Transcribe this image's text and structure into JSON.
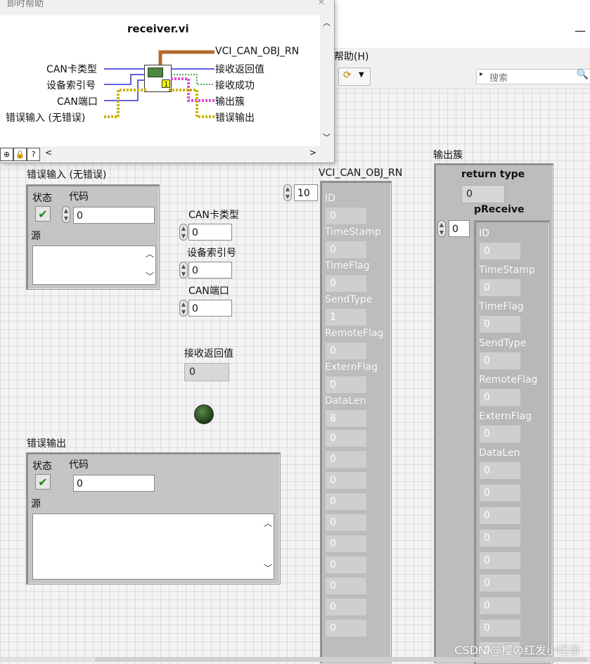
{
  "help": {
    "title": "即时帮助",
    "vi_name": "receiver.vi",
    "inputs": [
      "CAN卡类型",
      "设备索引号",
      "CAN端口",
      "错误输入 (无错误)"
    ],
    "outputs": [
      "VCI_CAN_OBJ_RN",
      "接收返回值",
      "接收成功",
      "输出簇",
      "错误输出"
    ],
    "bottom_buttons": [
      "⊕",
      "🔒",
      "?"
    ],
    "icon_number": "1"
  },
  "window": {
    "menu_help": "帮助(H)",
    "search_placeholder": "搜索"
  },
  "error_in": {
    "label": "错误输入 (无错误)",
    "status_label": "状态",
    "code_label": "代码",
    "code_value": "0",
    "source_label": "源"
  },
  "controls": [
    {
      "label": "CAN卡类型",
      "value": "0"
    },
    {
      "label": "设备索引号",
      "value": "0"
    },
    {
      "label": "CAN端口",
      "value": "0"
    }
  ],
  "recv_return": {
    "label": "接收返回值",
    "value": "0"
  },
  "error_out": {
    "label": "错误输出",
    "status_label": "状态",
    "code_label": "代码",
    "code_value": "0",
    "source_label": "源"
  },
  "vci_array": {
    "label": "VCI_CAN_OBJ_RN",
    "index": "10",
    "fields": [
      {
        "name": "ID",
        "value": "0"
      },
      {
        "name": "TimeStamp",
        "value": "0"
      },
      {
        "name": "TimeFlag",
        "value": "0"
      },
      {
        "name": "SendType",
        "value": "1"
      },
      {
        "name": "RemoteFlag",
        "value": "0"
      },
      {
        "name": "ExternFlag",
        "value": "0"
      },
      {
        "name": "DataLen",
        "value": "8"
      }
    ],
    "data_values": [
      "0",
      "0",
      "0",
      "0",
      "0",
      "0",
      "0",
      "0",
      "0",
      "0"
    ]
  },
  "output_cluster": {
    "label": "输出簇",
    "return_type_label": "return type",
    "return_type_value": "0",
    "preceive_label": "pReceive",
    "preceive_index": "0",
    "fields": [
      {
        "name": "ID",
        "value": "0"
      },
      {
        "name": "TimeStamp",
        "value": "0"
      },
      {
        "name": "TimeFlag",
        "value": "0"
      },
      {
        "name": "SendType",
        "value": "0"
      },
      {
        "name": "RemoteFlag",
        "value": "0"
      },
      {
        "name": "ExternFlag",
        "value": "0"
      },
      {
        "name": "DataLen",
        "value": "0"
      }
    ],
    "data_values": [
      "0",
      "0",
      "0",
      "0",
      "0",
      "0",
      "0",
      "0"
    ]
  },
  "watermark": "CSDN @樱の红发小怪兽",
  "colors": {
    "grid_bg": "#f3f3f3",
    "cluster": "#c5c5c5",
    "check_green": "#1a8a1a",
    "led_off": "#2a5a1f"
  }
}
